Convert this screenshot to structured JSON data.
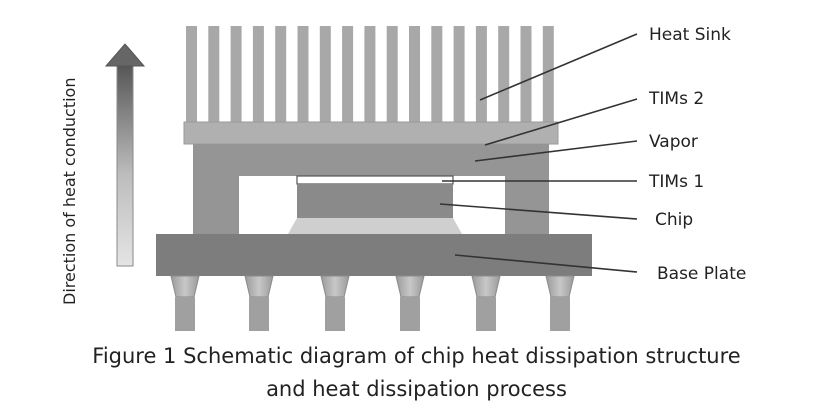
{
  "labels": {
    "heat_sink": "Heat Sink",
    "tims2": "TIMs 2",
    "vapor": "Vapor",
    "tims1": "TIMs 1",
    "chip": "Chip",
    "base_plate": "Base Plate"
  },
  "arrow_label": "Direction of heat conduction",
  "caption": {
    "line1": "Figure 1 Schematic diagram of chip heat dissipation structure",
    "line2": "and heat dissipation process"
  },
  "colors": {
    "heat_sink": "#a8a8a8",
    "vapor_chamber": "#949494",
    "base_plate": "#7c7c7c",
    "chip": "#888888",
    "pins": "#a0a0a0",
    "leader": "#333333"
  }
}
